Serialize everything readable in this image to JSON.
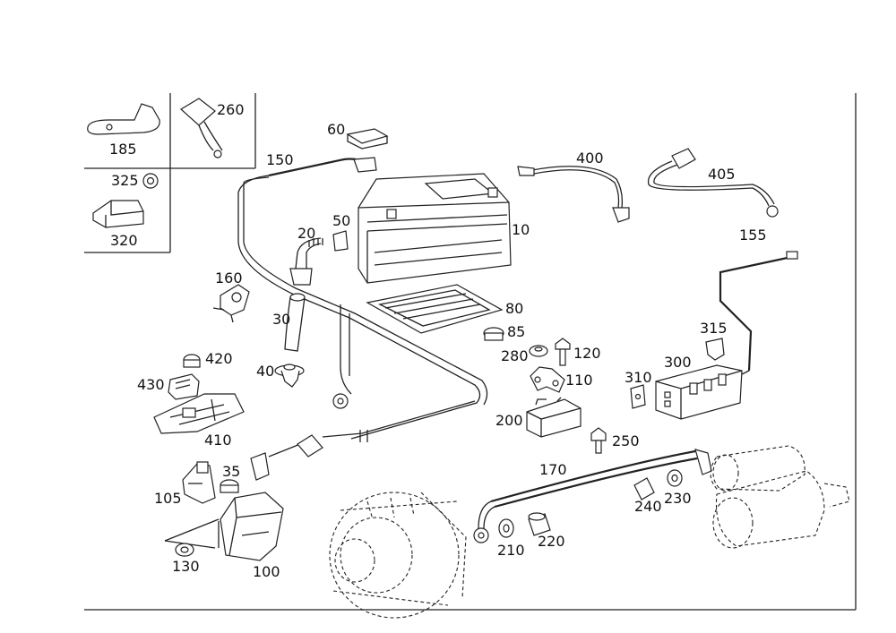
{
  "labels": {
    "p10": "10",
    "p20": "20",
    "p30": "30",
    "p35": "35",
    "p40": "40",
    "p50": "50",
    "p60": "60",
    "p80": "80",
    "p85": "85",
    "p100": "100",
    "p105": "105",
    "p110": "110",
    "p120": "120",
    "p130": "130",
    "p150": "150",
    "p155": "155",
    "p160": "160",
    "p170": "170",
    "p185": "185",
    "p200": "200",
    "p210": "210",
    "p220": "220",
    "p230": "230",
    "p240": "240",
    "p250": "250",
    "p260": "260",
    "p280": "280",
    "p300": "300",
    "p310": "310",
    "p315": "315",
    "p320": "320",
    "p325": "325",
    "p400": "400",
    "p405": "405",
    "p410": "410",
    "p420": "420",
    "p430": "430"
  },
  "icons": {
    "battery": "battery-icon",
    "starter": "starter-motor-icon",
    "alternator": "alternator-icon"
  }
}
